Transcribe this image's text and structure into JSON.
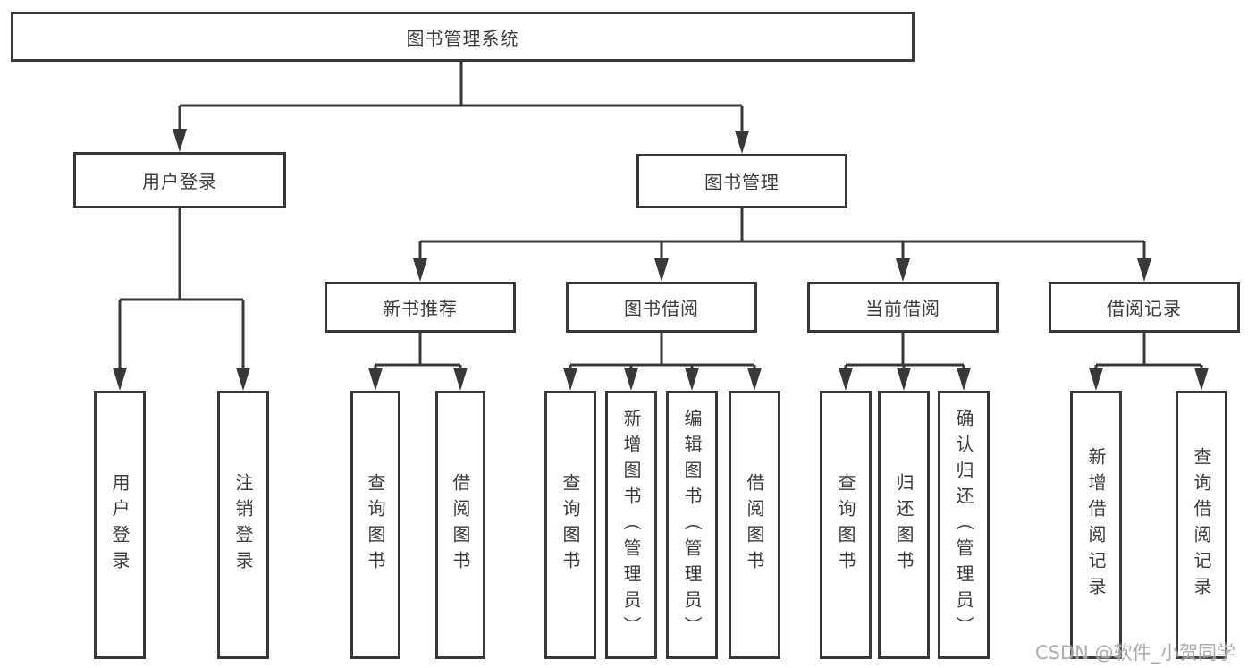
{
  "diagram_type": "hierarchy-tree",
  "colors": {
    "line": "#383838",
    "text": "#3c3c3c",
    "box_background": "#ffffff",
    "watermark": "#9e9e9e"
  },
  "tree": {
    "label": "图书管理系统",
    "children": [
      {
        "label": "用户登录",
        "children": [
          {
            "label": "用户登录"
          },
          {
            "label": "注销登录"
          }
        ]
      },
      {
        "label": "图书管理",
        "children": [
          {
            "label": "新书推荐",
            "children": [
              {
                "label": "查询图书"
              },
              {
                "label": "借阅图书"
              }
            ]
          },
          {
            "label": "图书借阅",
            "children": [
              {
                "label": "查询图书"
              },
              {
                "label": "新增图书（管理员）"
              },
              {
                "label": "编辑图书（管理员）"
              },
              {
                "label": "借阅图书"
              }
            ]
          },
          {
            "label": "当前借阅",
            "children": [
              {
                "label": "查询图书"
              },
              {
                "label": "归还图书"
              },
              {
                "label": "确认归还（管理员）"
              }
            ]
          },
          {
            "label": "借阅记录",
            "children": [
              {
                "label": "新增借阅记录"
              },
              {
                "label": "查询借阅记录"
              }
            ]
          }
        ]
      }
    ]
  },
  "watermark": {
    "text": "CSDN @软件_小贺同学"
  }
}
